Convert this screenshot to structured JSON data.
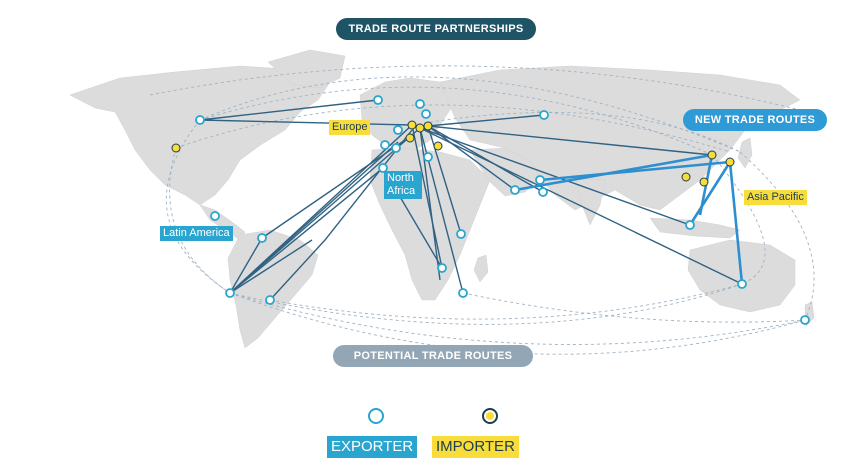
{
  "title": "TRADE ROUTE PARTNERSHIPS",
  "labels": {
    "new_trade_routes": "NEW TRADE ROUTES",
    "potential_trade_routes": "POTENTIAL TRADE ROUTES"
  },
  "regions": {
    "europe": "Europe",
    "north_africa": "North Africa",
    "latin_america": "Latin America",
    "asia_pacific": "Asia Pacific"
  },
  "legend": {
    "exporter": "EXPORTER",
    "importer": "IMPORTER"
  },
  "colors": {
    "title_pill": "#1f5366",
    "new_routes_pill": "#2e9ad6",
    "potential_routes_pill": "#93a6b6",
    "exporter": "#2aa5cf",
    "importer": "#f7dc3c",
    "route_line": "#2f6283",
    "new_route_line": "#2e8fd0",
    "land": "#dcdcdc"
  },
  "icons": {
    "exporter": "hollow-circle-icon",
    "importer": "filled-circle-icon"
  }
}
